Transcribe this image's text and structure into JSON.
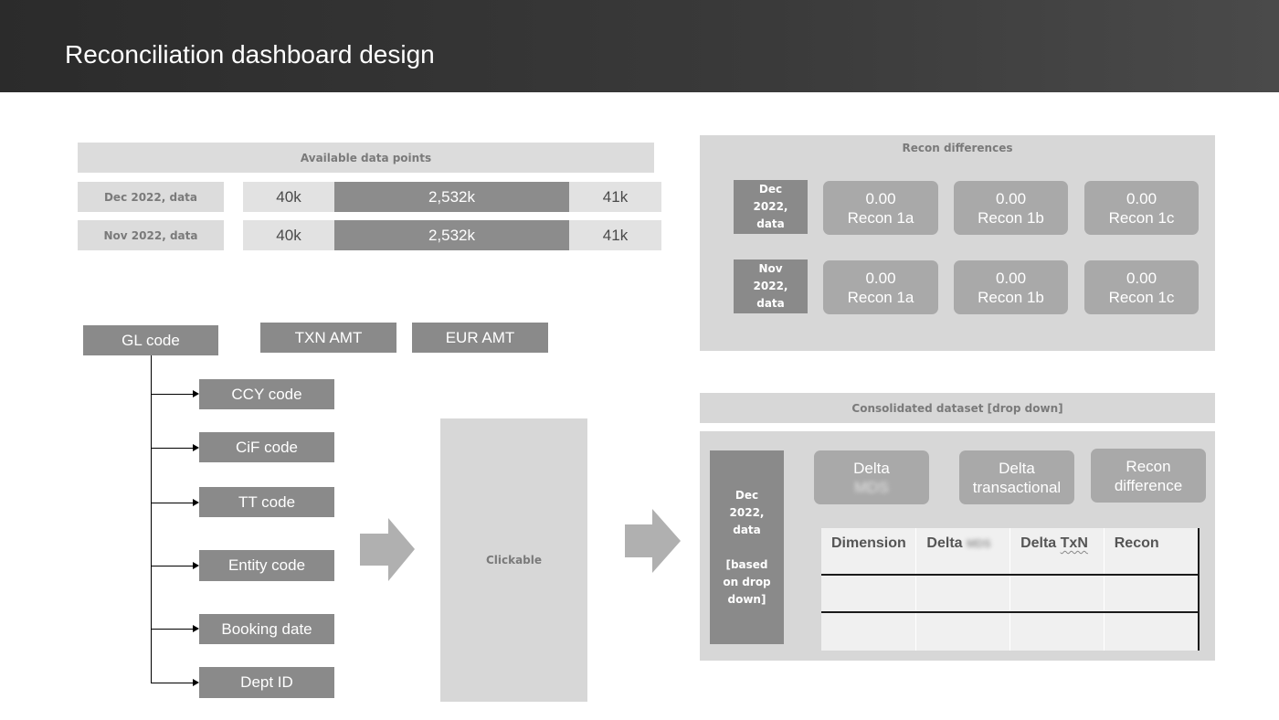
{
  "header": {
    "title": "Reconciliation dashboard design"
  },
  "available": {
    "title": "Available data points",
    "rows": [
      {
        "label": "Dec 2022, data",
        "values": [
          "40k",
          "2,532k",
          "41k"
        ]
      },
      {
        "label": "Nov 2022, data",
        "values": [
          "40k",
          "2,532k",
          "41k"
        ]
      }
    ]
  },
  "fields": {
    "gl_code": "GL code",
    "txn_amt": "TXN AMT",
    "eur_amt": "EUR AMT",
    "children": [
      "CCY code",
      "CiF code",
      "TT code",
      "Entity code",
      "Booking date",
      "Dept ID"
    ]
  },
  "clickable": {
    "label": "Clickable"
  },
  "recon_diff": {
    "title": "Recon differences",
    "rows": [
      {
        "tag": [
          "Dec",
          "2022,",
          "data"
        ],
        "cards": [
          {
            "value": "0.00",
            "name": "Recon 1a"
          },
          {
            "value": "0.00",
            "name": "Recon 1b"
          },
          {
            "value": "0.00",
            "name": "Recon 1c"
          }
        ]
      },
      {
        "tag": [
          "Nov",
          "2022,",
          "data"
        ],
        "cards": [
          {
            "value": "0.00",
            "name": "Recon 1a"
          },
          {
            "value": "0.00",
            "name": "Recon 1b"
          },
          {
            "value": "0.00",
            "name": "Recon 1c"
          }
        ]
      }
    ]
  },
  "consolidated": {
    "title": "Consolidated dataset [drop down]",
    "tag": [
      "Dec",
      "2022,",
      "data",
      "",
      "[based",
      "on drop",
      "down]"
    ],
    "cards": [
      {
        "line1": "Delta",
        "line2": "MDS"
      },
      {
        "line1": "Delta",
        "line2": "transactional"
      },
      {
        "line1": "Recon",
        "line2": "difference"
      }
    ],
    "table_headers": [
      "Dimension",
      "Delta",
      "Delta",
      "Recon"
    ],
    "table_header_suffix": {
      "delta_mds": "MDS",
      "delta_txn": "TxN"
    },
    "table_rows": [
      [
        "",
        "",
        "",
        ""
      ],
      [
        "",
        "",
        "",
        ""
      ]
    ]
  },
  "colors": {
    "header_bg": "#2b2b2b",
    "box": "#8a8a8a",
    "panel": "#d7d7d7",
    "card": "#a9a9a9",
    "arrow": "#b0b0b0"
  }
}
